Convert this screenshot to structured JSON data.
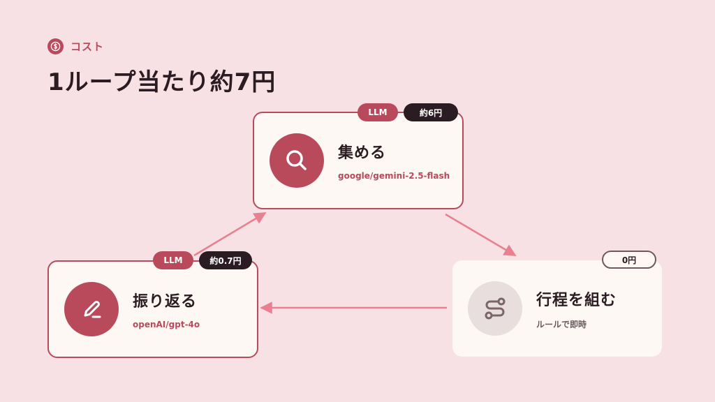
{
  "header": {
    "eyebrow_icon": "coin-icon",
    "eyebrow": "コスト",
    "title": "1ループ当たり約7円"
  },
  "nodes": {
    "collect": {
      "title": "集める",
      "subtitle": "google/gemini-2.5-flash",
      "icon": "search-icon",
      "badge_type": "LLM",
      "cost": "約6円",
      "state": "active"
    },
    "plan": {
      "title": "行程を組む",
      "subtitle": "ルールで即時",
      "icon": "route-icon",
      "cost": "0円",
      "state": "muted"
    },
    "reflect": {
      "title": "振り返る",
      "subtitle": "openAI/gpt-4o",
      "icon": "pencil-icon",
      "badge_type": "LLM",
      "cost": "約0.7円",
      "state": "active"
    }
  },
  "colors": {
    "background": "#f8e1e4",
    "accent": "#b94a5c",
    "dark": "#2a1c22",
    "arrow": "#e8808f"
  }
}
